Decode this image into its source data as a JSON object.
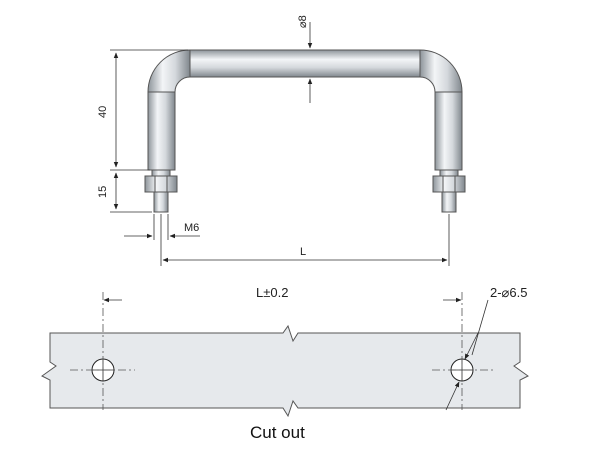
{
  "labels": {
    "diameter_rod": "⌀8",
    "height_40": "40",
    "height_15": "15",
    "thread": "M6",
    "length": "L",
    "spacing": "L±0.2",
    "holes": "2-⌀6.5",
    "caption": "Cut out"
  },
  "colors": {
    "metal_light": "#e8ecef",
    "metal_mid": "#c4c9ce",
    "metal_dark": "#8d949a",
    "panel": "#e6e9ec",
    "line": "#333333"
  }
}
